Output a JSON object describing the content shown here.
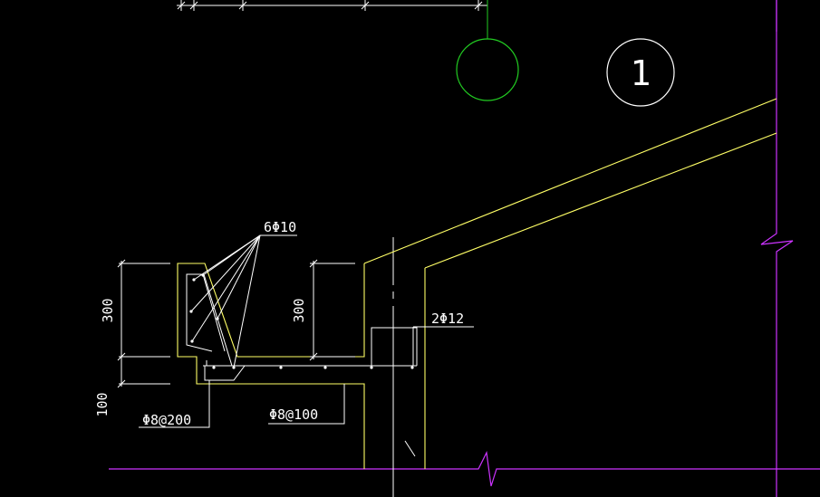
{
  "colors": {
    "background": "#000000",
    "concrete_outline": "#ffff66",
    "rebar": "#ffffff",
    "dimension": "#ffffff",
    "axis_line": "#cc33ff",
    "axis_bubble": "#22cc22",
    "detail_bubble": "#ffffff"
  },
  "labels": {
    "rebar_top": "6Φ10",
    "rebar_right": "2Φ12",
    "stirrup_left": "Φ8@200",
    "stirrup_right": "Φ8@100",
    "detail_number": "1",
    "dim_height_left": "300",
    "dim_height_right": "300",
    "dim_slab": "100"
  }
}
